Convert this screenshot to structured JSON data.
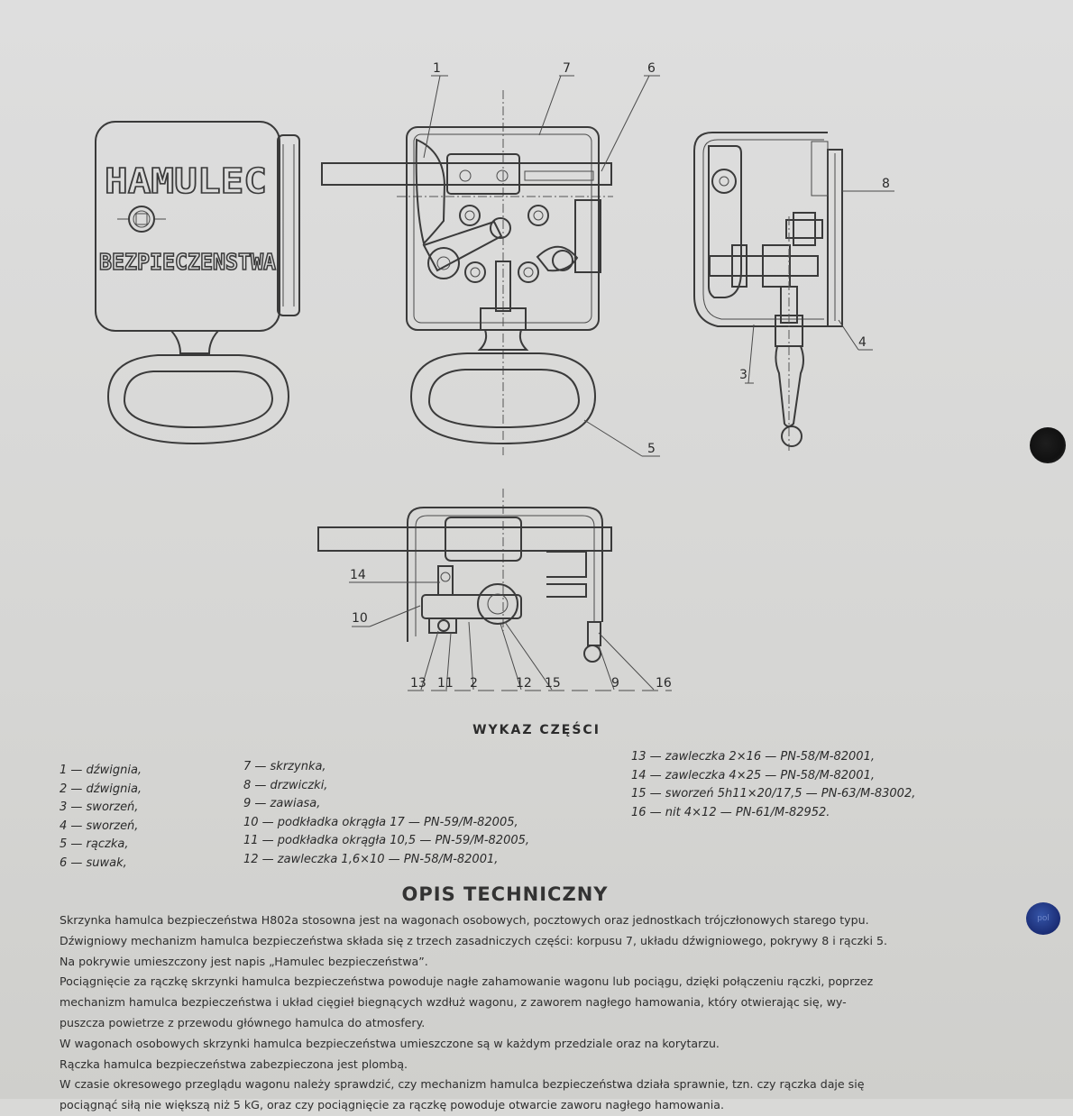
{
  "drawing": {
    "cover_text_top": "HAMULEC",
    "cover_text_bottom": "BEZPIECZENSTWA",
    "callouts": {
      "c1": "1",
      "c7": "7",
      "c6": "6",
      "c8": "8",
      "c4": "4",
      "c3": "3",
      "c5": "5",
      "c14": "14",
      "c10": "10",
      "c13": "13",
      "c11": "11",
      "c2": "2",
      "c12": "12",
      "c15": "15",
      "c9": "9",
      "c16": "16"
    }
  },
  "parts_list": {
    "title": "WYKAZ CZĘŚCI",
    "column1": [
      "1 — dźwignia,",
      "2 — dźwignia,",
      "3 — sworzeń,",
      "4 — sworzeń,",
      "5 — rączka,",
      "6 — suwak,"
    ],
    "column2": [
      "7 — skrzynka,",
      "8 — drzwiczki,",
      "9 — zawiasa,",
      "10 — podkładka okrągła 17 — PN-59/M-82005,",
      "11 — podkładka okrągła 10,5 — PN-59/M-82005,",
      "12 — zawleczka 1,6×10 — PN-58/M-82001,"
    ],
    "column3": [
      "13 — zawleczka 2×16 — PN-58/M-82001,",
      "14 — zawleczka 4×25 — PN-58/M-82001,",
      "15 — sworzeń 5h11×20/17,5 — PN-63/M-83002,",
      "16 — nit 4×12 — PN-61/M-82952."
    ]
  },
  "description": {
    "title": "OPIS TECHNICZNY",
    "lines": [
      "Skrzynka hamulca bezpieczeństwa H802a stosowna jest na wagonach osobowych, pocztowych oraz jednostkach trójczłonowych starego typu.",
      "Dźwigniowy mechanizm hamulca bezpieczeństwa składa się z trzech zasadniczych części: korpusu 7, układu dźwigniowego, pokrywy 8 i rączki 5.",
      "Na pokrywie umieszczony jest napis „Hamulec bezpieczeństwa”.",
      "Pociągnięcie za rączkę skrzynki hamulca bezpieczeństwa powoduje nagłe zahamowanie wagonu lub pociągu, dzięki połączeniu rączki, poprzez",
      "mechanizm hamulca bezpieczeństwa i układ cięgieł biegnących wzdłuż wagonu, z zaworem nagłego hamowania, który otwierając się, wy-",
      "puszcza powietrze z przewodu głównego hamulca do atmosfery.",
      "W wagonach osobowych skrzynki hamulca bezpieczeństwa umieszczone są w każdym przedziale oraz na korytarzu.",
      "Rączka hamulca bezpieczeństwa zabezpieczona jest plombą.",
      "W czasie okresowego przeglądu wagonu należy sprawdzić, czy mechanizm hamulca bezpieczeństwa działa sprawnie, tzn. czy rączka daje się",
      "pociągnąć siłą nie większą niż 5 kG, oraz czy pociągnięcie za rączkę powoduje otwarcie zaworu nagłego hamowania."
    ]
  },
  "sticker_text": "pol"
}
